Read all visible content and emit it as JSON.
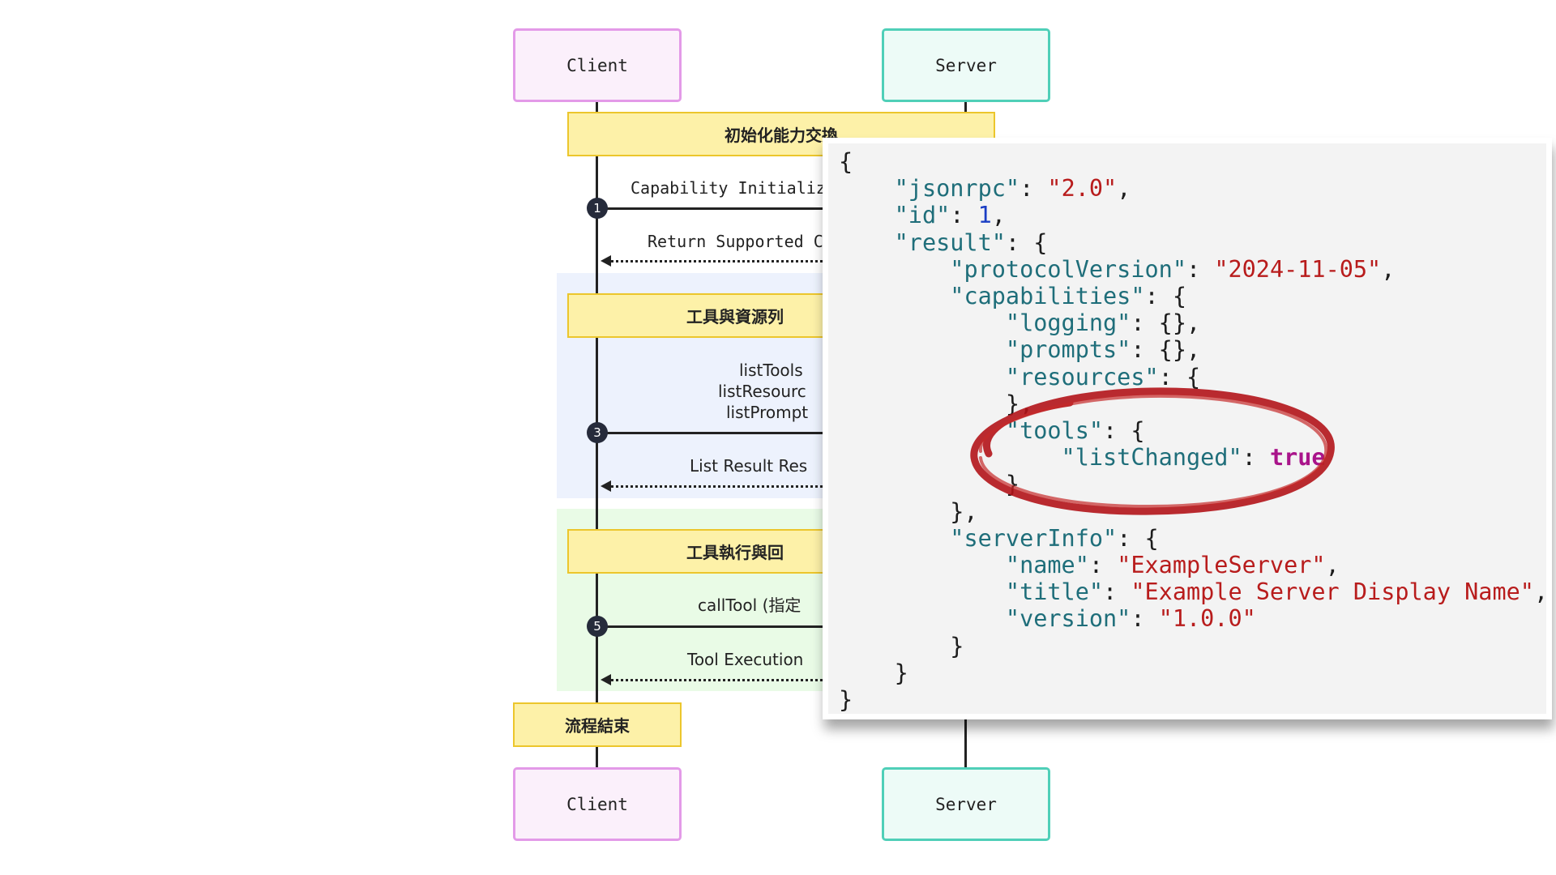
{
  "actors": {
    "client_top": "Client",
    "server_top": "Server",
    "client_bottom": "Client",
    "server_bottom": "Server"
  },
  "notes": {
    "init": "初始化能力交換",
    "listing": "工具與資源列",
    "execution": "工具執行與回",
    "end": "流程結束"
  },
  "messages": {
    "m1": "Capability Initializat",
    "m2": "Return Supported C",
    "m3_line1": "listTools",
    "m3_line2": "listResourc",
    "m3_line3": "listPrompt",
    "m4": "List Result Res",
    "m5": "callTool (指定",
    "m6": "Tool Execution"
  },
  "steps": {
    "s1": "1",
    "s3": "3",
    "s5": "5"
  },
  "code": {
    "open": "{",
    "jsonrpc_key": "\"jsonrpc\"",
    "jsonrpc_val": "\"2.0\"",
    "id_key": "\"id\"",
    "id_val": "1",
    "result_key": "\"result\"",
    "protocol_key": "\"protocolVersion\"",
    "protocol_val": "\"2024-11-05\"",
    "capabilities_key": "\"capabilities\"",
    "logging_key": "\"logging\"",
    "prompts_key": "\"prompts\"",
    "resources_key": "\"resources\"",
    "tools_key": "\"tools\"",
    "listchanged_key": "\"listChanged\"",
    "listchanged_val": "true",
    "serverinfo_key": "\"serverInfo\"",
    "name_key": "\"name\"",
    "name_val": "\"ExampleServer\"",
    "title_key": "\"title\"",
    "title_val": "\"Example Server Display Name\"",
    "version_key": "\"version\"",
    "version_val": "\"1.0.0\"",
    "close": "}"
  },
  "colors": {
    "client_border": "#e39ae8",
    "server_border": "#4fcfb8",
    "note_fill": "#fdf1a8",
    "note_border": "#ecc62c",
    "section_blue": "#edf2fd",
    "section_green": "#e9fbe6",
    "highlight_circle": "#b3141a"
  }
}
